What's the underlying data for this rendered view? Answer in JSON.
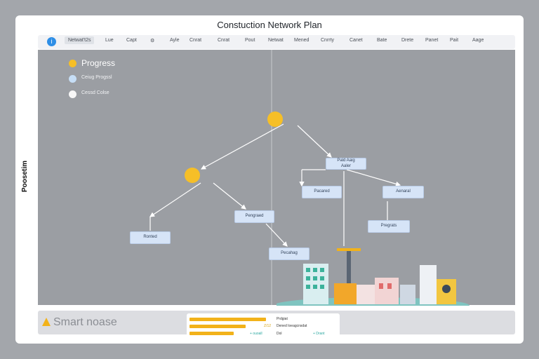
{
  "title": "Constuction Network Plan",
  "toolbar": {
    "active_tab": "Netwat't2s",
    "items": [
      "Lue",
      "Capt",
      "Ayle",
      "Cnrat",
      "Cnrat",
      "Pout",
      "Netwat",
      "Mened",
      "Cnrrty",
      "Canet",
      "Bate",
      "Drete",
      "Panet",
      "Pait",
      "Aage"
    ]
  },
  "side_label": "Poosetim",
  "legend": [
    {
      "label": "Progress",
      "color": "#f6bf27"
    },
    {
      "label": "Ceiug Progssl",
      "color": "#c6def6"
    },
    {
      "label": "Cessd Colse",
      "color": "#f7f7f7"
    }
  ],
  "nodes": {
    "top_right_box": "Pald Aaig\nAaler",
    "right_mid_left": "Pacared",
    "right_mid_right": "Aenaral",
    "right_low": "Pregrats",
    "left_mid": "Pengraed",
    "left_low": "Ronted",
    "center_low": "Pecahag"
  },
  "footer": {
    "brand": "Smart noase",
    "stats": {
      "row1_right": "Prdgiat",
      "row2_left": "Z/12",
      "row2_right": "Dened  Ioeagcnsdat",
      "row3_left": "+ ouoall",
      "row3_mid": "Dol",
      "row3_right": "+ Drant"
    },
    "bars": [
      0.52,
      0.38,
      0.3
    ]
  },
  "colors": {
    "accent": "#f6bf27",
    "node_fill": "#d6e4f7",
    "canvas": "#9b9ea3"
  }
}
